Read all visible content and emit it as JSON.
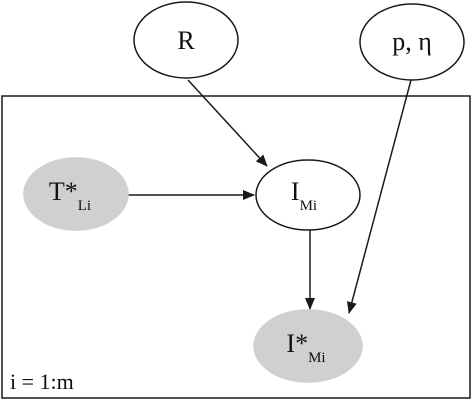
{
  "colors": {
    "background": "#ffffff",
    "stroke": "#1a1a1a",
    "observed_fill": "#d0d0d0",
    "latent_fill": "#ffffff"
  },
  "plate": {
    "label": "i = 1:m"
  },
  "nodes": {
    "R": {
      "main": "R",
      "sub": "",
      "observed": false
    },
    "p_eta": {
      "main": "p, η",
      "sub": "",
      "observed": false
    },
    "T_star_L": {
      "main": "T*",
      "sub": "Li",
      "observed": true
    },
    "I_M": {
      "main": "I",
      "sub": "Mi",
      "observed": false
    },
    "I_star_M": {
      "main": "I*",
      "sub": "Mi",
      "observed": true
    }
  },
  "edges": [
    {
      "from": "R",
      "to": "I_M"
    },
    {
      "from": "T_star_L",
      "to": "I_M"
    },
    {
      "from": "I_M",
      "to": "I_star_M"
    },
    {
      "from": "p_eta",
      "to": "I_star_M"
    }
  ]
}
